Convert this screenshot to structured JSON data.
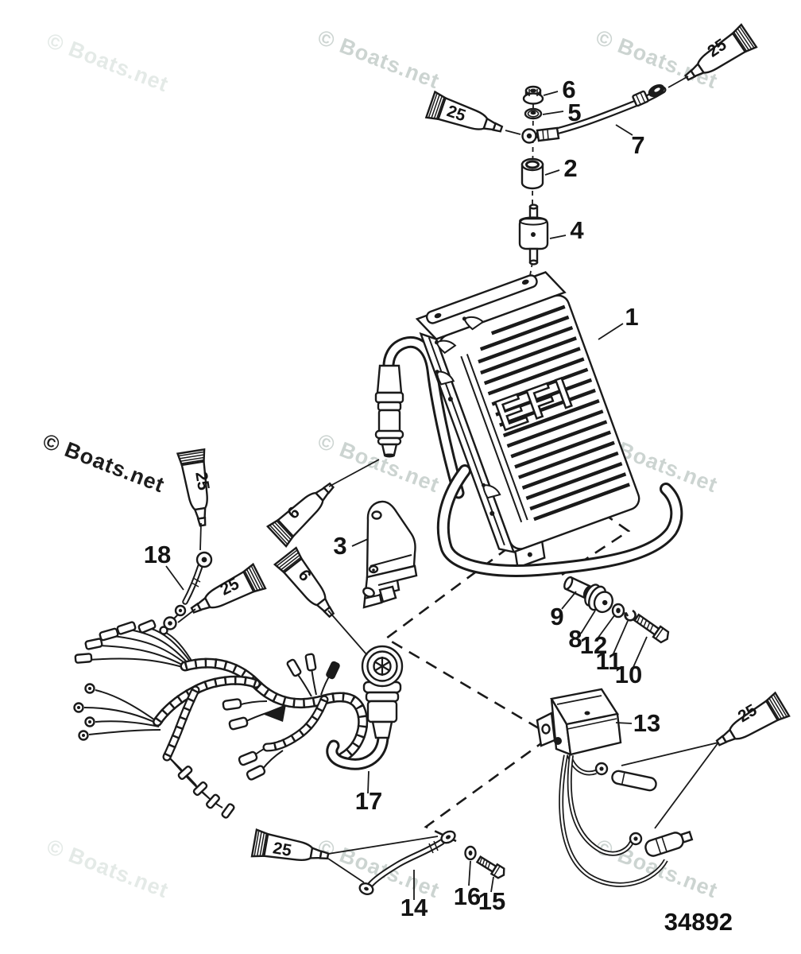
{
  "diagram": {
    "watermark_text": "© Boats.net",
    "drawing_number": "34892",
    "module_marking": "EFI",
    "callouts": [
      {
        "number": "1"
      },
      {
        "number": "2"
      },
      {
        "number": "3"
      },
      {
        "number": "4"
      },
      {
        "number": "5"
      },
      {
        "number": "6"
      },
      {
        "number": "7"
      },
      {
        "number": "8"
      },
      {
        "number": "9"
      },
      {
        "number": "10"
      },
      {
        "number": "11"
      },
      {
        "number": "12"
      },
      {
        "number": "13"
      },
      {
        "number": "14"
      },
      {
        "number": "15"
      },
      {
        "number": "16"
      },
      {
        "number": "17"
      },
      {
        "number": "18"
      }
    ],
    "tubes": [
      {
        "label": "25"
      },
      {
        "label": "25"
      },
      {
        "label": "25"
      },
      {
        "label": "25"
      },
      {
        "label": "6"
      },
      {
        "label": "6"
      },
      {
        "label": "25"
      },
      {
        "label": "25"
      }
    ]
  }
}
